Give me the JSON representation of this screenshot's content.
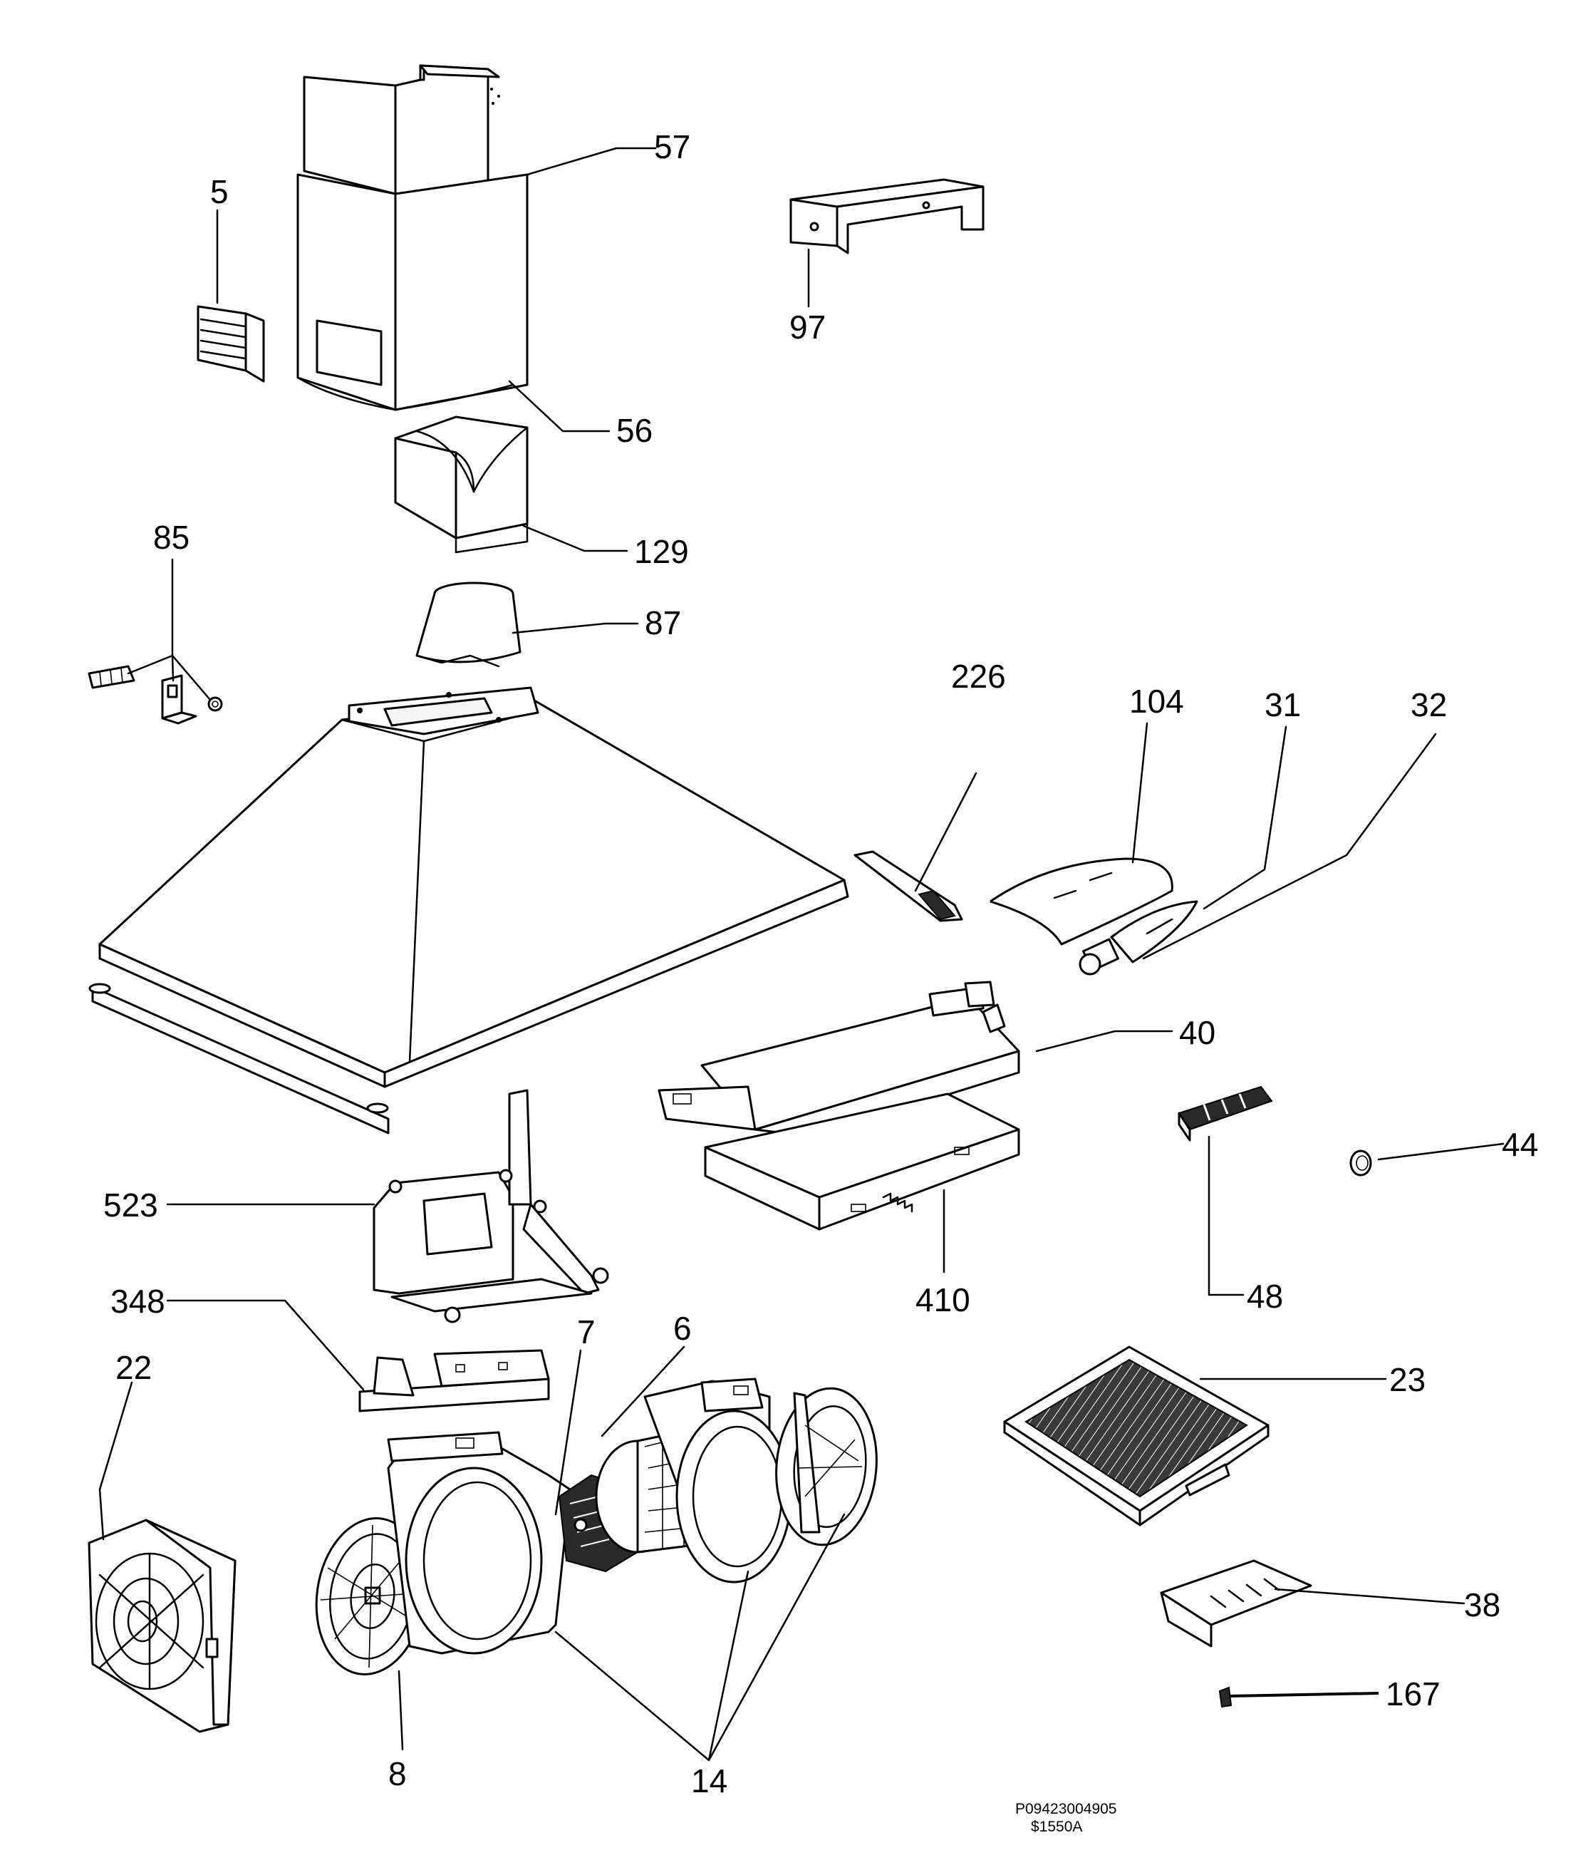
{
  "diagram": {
    "labels": {
      "l57": "57",
      "l5": "5",
      "l97": "97",
      "l56": "56",
      "l129": "129",
      "l85": "85",
      "l87": "87",
      "l226": "226",
      "l104": "104",
      "l31": "31",
      "l32": "32",
      "l40": "40",
      "l44": "44",
      "l523": "523",
      "l410": "410",
      "l48": "48",
      "l348": "348",
      "l7": "7",
      "l6": "6",
      "l22": "22",
      "l23": "23",
      "l38": "38",
      "l167": "167",
      "l8": "8",
      "l14": "14"
    },
    "footer": {
      "code": "P09423004905",
      "ref": "$1550A"
    }
  }
}
